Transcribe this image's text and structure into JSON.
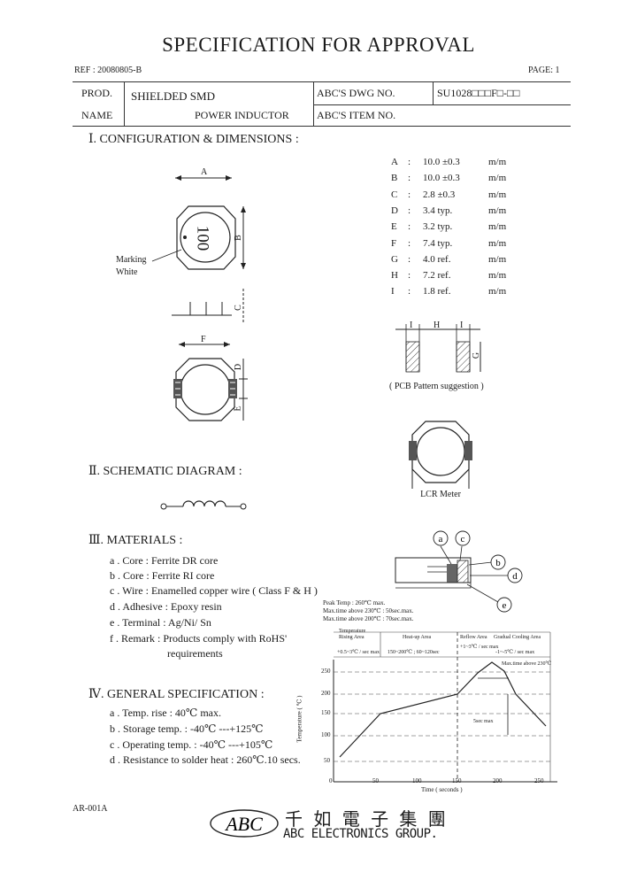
{
  "title": "SPECIFICATION FOR APPROVAL",
  "ref": "REF : 20080805-B",
  "page": "PAGE: 1",
  "header": {
    "prod_label": "PROD.",
    "name_label": "NAME",
    "prod_name_line1": "SHIELDED SMD",
    "prod_name_line2": "POWER INDUCTOR",
    "dwg_label": "ABC'S DWG NO.",
    "dwg_value": "SU1028□□□F□-□□",
    "item_label": "ABC'S ITEM NO."
  },
  "sections": {
    "s1": "Ⅰ. CONFIGURATION & DIMENSIONS :",
    "s2": "Ⅱ. SCHEMATIC DIAGRAM :",
    "s3": "Ⅲ. MATERIALS :",
    "s4": "Ⅳ. GENERAL SPECIFICATION :"
  },
  "drawing": {
    "label_a": "A",
    "label_b": "B",
    "label_c": "C",
    "label_f": "F",
    "label_d": "D",
    "label_e": "E",
    "marking_line1": "Marking",
    "marking_line2": "White",
    "marking_code": "100",
    "pcb_i1": "I",
    "pcb_h": "H",
    "pcb_i2": "I",
    "pcb_g": "G",
    "pcb_caption": "( PCB Pattern suggestion )",
    "lcr": "LCR Meter"
  },
  "dimensions": [
    {
      "k": "A",
      "v": "10.0 ±0.3",
      "u": "m/m"
    },
    {
      "k": "B",
      "v": "10.0 ±0.3",
      "u": "m/m"
    },
    {
      "k": "C",
      "v": "2.8 ±0.3",
      "u": "m/m"
    },
    {
      "k": "D",
      "v": "3.4 typ.",
      "u": "m/m"
    },
    {
      "k": "E",
      "v": "3.2 typ.",
      "u": "m/m"
    },
    {
      "k": "F",
      "v": "7.4 typ.",
      "u": "m/m"
    },
    {
      "k": "G",
      "v": "4.0 ref.",
      "u": "m/m"
    },
    {
      "k": "H",
      "v": "7.2 ref.",
      "u": "m/m"
    },
    {
      "k": "I",
      "v": "1.8 ref.",
      "u": "m/m"
    }
  ],
  "materials": [
    "a . Core : Ferrite DR core",
    "b . Core : Ferrite RI core",
    "c . Wire : Enamelled copper wire ( Class F & H )",
    "d . Adhesive : Epoxy resin",
    "e . Terminal : Ag/Ni/ Sn",
    "f . Remark : Products comply with RoHS'",
    "requirements"
  ],
  "material_callouts": [
    "a",
    "c",
    "b",
    "d",
    "e"
  ],
  "general": [
    "a . Temp. rise : 40℃ max.",
    "b . Storage temp. : -40℃ ---+125℃",
    "c . Operating temp. : -40℃ ---+105℃",
    "d . Resistance to solder heat : 260℃.10 secs."
  ],
  "reflow": {
    "note1": "Peak Temp : 260℃ max.",
    "note2": "Max.time above 230℃ : 50sec.max.",
    "note3": "Max.time above 200℃ : 70sec.max.",
    "zone_rising": "Temperature Rising Area",
    "zone_heat": "Heat-up Area",
    "zone_reflow": "Reflow Area",
    "zone_cool": "Gradual Cooling Area",
    "rate1": "+0.5~3℃ / sec max",
    "rate2": "150~200℃ ; 60~120sec",
    "rate3": "+1~3℃ / sec max",
    "rate4": "-1~-5℃ / sec max",
    "peak_label": "Max.time above 230℃",
    "time_label": "5sec max",
    "ylabel": "Temperature ( ℃ )",
    "xlabel": "Time ( seconds )",
    "xticks": [
      "0",
      "50",
      "100",
      "150",
      "200",
      "250"
    ],
    "yticks": [
      "50",
      "100",
      "150",
      "200",
      "250"
    ]
  },
  "footer": {
    "form": "AR-001A",
    "logo": "ABC",
    "company_cn": "千 如 電 子 集 團",
    "company_en": "ABC ELECTRONICS GROUP."
  }
}
